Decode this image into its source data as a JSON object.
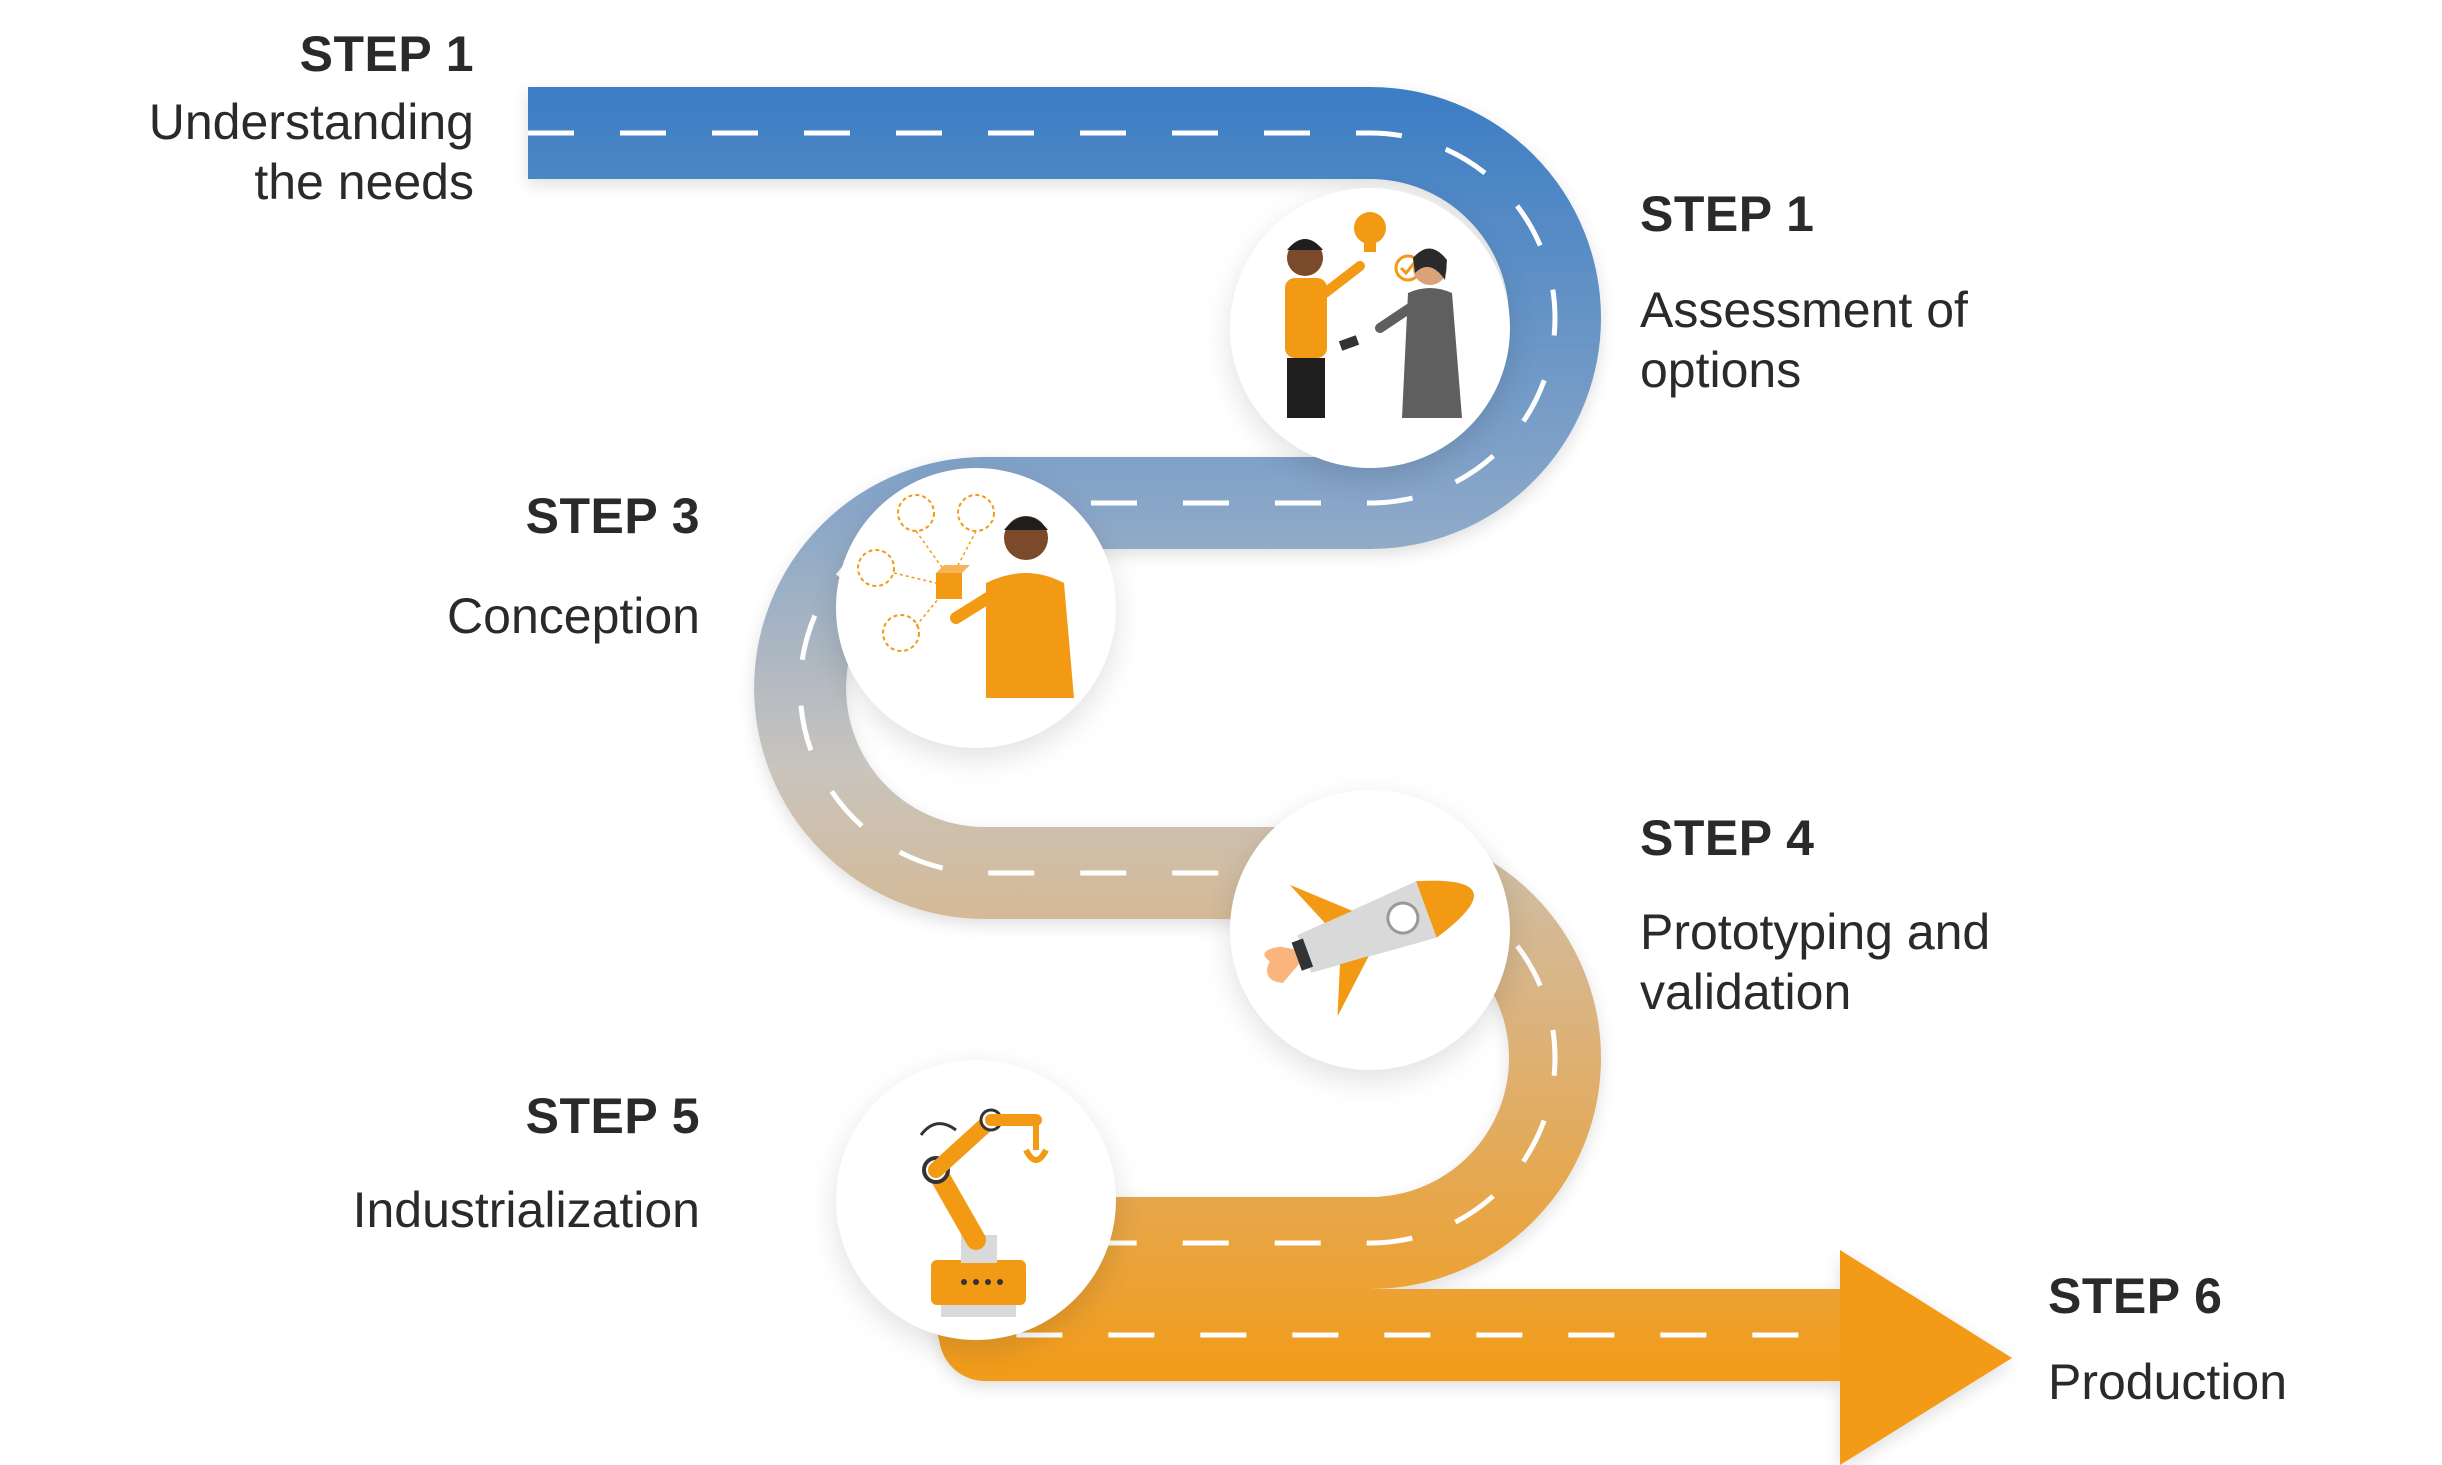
{
  "steps": [
    {
      "title": "STEP 1",
      "desc_lines": [
        "Understanding",
        "the needs"
      ]
    },
    {
      "title": "STEP 1",
      "desc_lines": [
        "Assessment of",
        "options"
      ]
    },
    {
      "title": "STEP 3",
      "desc_lines": [
        "Conception"
      ]
    },
    {
      "title": "STEP 4",
      "desc_lines": [
        "Prototyping and",
        "validation"
      ]
    },
    {
      "title": "STEP 5",
      "desc_lines": [
        "Industrialization"
      ]
    },
    {
      "title": "STEP 6",
      "desc_lines": [
        "Production"
      ]
    }
  ],
  "illustrations": [
    "people-discussing-idea-icon",
    "person-with-cube-icon",
    "rocket-icon",
    "robot-arm-icon"
  ],
  "colors": {
    "road_start": "#3a7cc4",
    "road_mid": "#c9c4bd",
    "road_end": "#f39a14",
    "dash": "#ffffff",
    "accent": "#f39a14",
    "text": "#2a2a2a"
  }
}
